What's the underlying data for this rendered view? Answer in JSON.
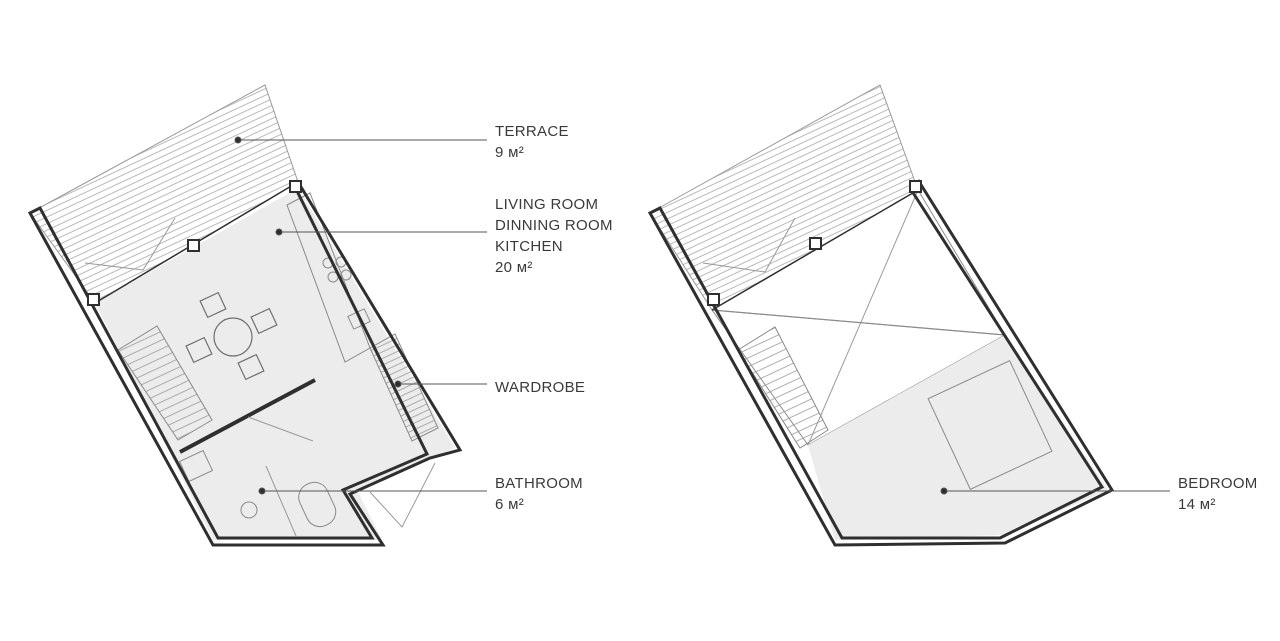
{
  "floor_plans": {
    "lower_floor": {
      "terrace": {
        "name": "TERRACE",
        "area": "9 м²"
      },
      "living": {
        "line1": "LIVING ROOM",
        "line2": "DINNING ROOM",
        "line3": "KITCHEN",
        "area": "20 м²"
      },
      "wardrobe": {
        "name": "WARDROBE"
      },
      "bathroom": {
        "name": "BATHROOM",
        "area": "6 м²"
      }
    },
    "upper_floor": {
      "bedroom": {
        "name": "BEDROOM",
        "area": "14 м²"
      }
    }
  },
  "colors": {
    "wall": "#2f2f2f",
    "floor_fill": "#eaeaea",
    "line": "#8c8c8c",
    "leader": "#555555",
    "text": "#3a3a3a"
  }
}
